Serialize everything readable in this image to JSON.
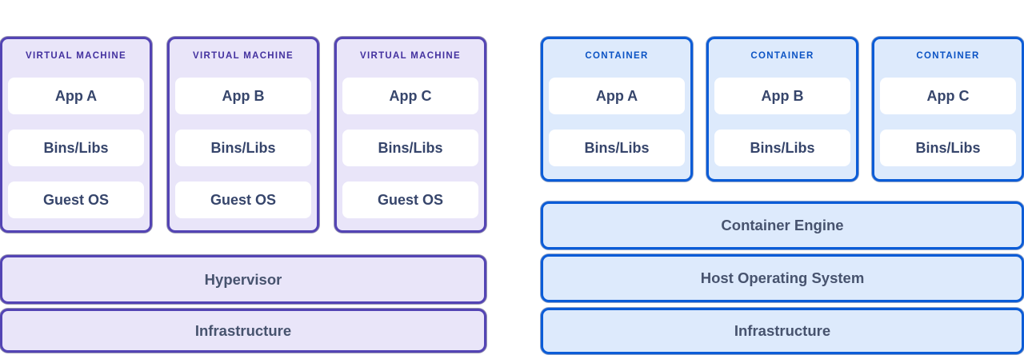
{
  "colors": {
    "vm_border": "#5344b4",
    "vm_fill": "#e9e5f9",
    "vm_title": "#43319f",
    "ct_border": "#0b5cd7",
    "ct_fill": "#ddeafc",
    "ct_title": "#0b53c4",
    "item_text": "#36456b",
    "bar_text": "#47536e",
    "item_bg": "#ffffff",
    "page_bg": "#ffffff"
  },
  "vm_stack": {
    "cards": [
      {
        "title": "VIRTUAL MACHINE",
        "items": [
          "App A",
          "Bins/Libs",
          "Guest OS"
        ]
      },
      {
        "title": "VIRTUAL MACHINE",
        "items": [
          "App B",
          "Bins/Libs",
          "Guest OS"
        ]
      },
      {
        "title": "VIRTUAL MACHINE",
        "items": [
          "App C",
          "Bins/Libs",
          "Guest OS"
        ]
      }
    ],
    "bars": [
      "Hypervisor",
      "Infrastructure"
    ]
  },
  "container_stack": {
    "cards": [
      {
        "title": "CONTAINER",
        "items": [
          "App A",
          "Bins/Libs"
        ]
      },
      {
        "title": "CONTAINER",
        "items": [
          "App B",
          "Bins/Libs"
        ]
      },
      {
        "title": "CONTAINER",
        "items": [
          "App C",
          "Bins/Libs"
        ]
      }
    ],
    "bars": [
      "Container Engine",
      "Host Operating System",
      "Infrastructure"
    ]
  }
}
